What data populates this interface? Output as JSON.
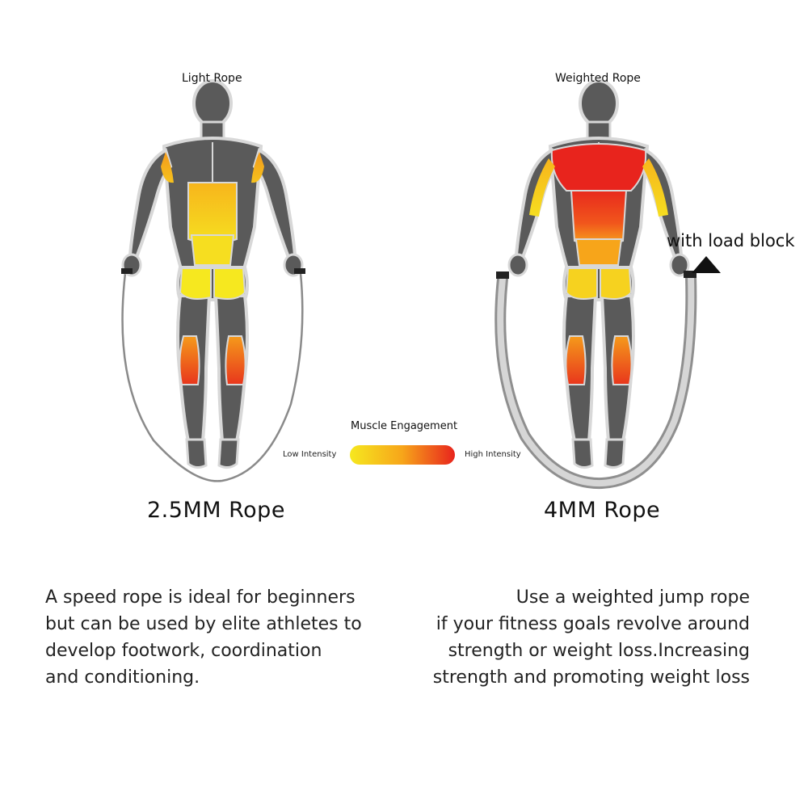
{
  "panels": {
    "left": {
      "title": "Light Rope",
      "caption": "2.5MM Rope",
      "description": [
        "A speed rope is ideal for beginners",
        "but can be used by elite athletes to",
        "develop footwork, coordination",
        "and conditioning."
      ]
    },
    "right": {
      "title": "Weighted Rope",
      "caption": "4MM Rope",
      "annotation": "with load block",
      "description": [
        "Use a weighted jump rope",
        "if your fitness goals revolve around",
        "strength or weight loss.Increasing",
        "strength and promoting weight loss"
      ]
    }
  },
  "legend": {
    "title": "Muscle Engagement",
    "low_label": "Low Intensity",
    "high_label": "High Intensity"
  },
  "colors": {
    "body": "#5a5a5a",
    "outline": "#d8d8d8",
    "low": "#f6e81f",
    "mid": "#f7a51a",
    "high": "#e8241d",
    "rope": "#8a8a8a"
  }
}
